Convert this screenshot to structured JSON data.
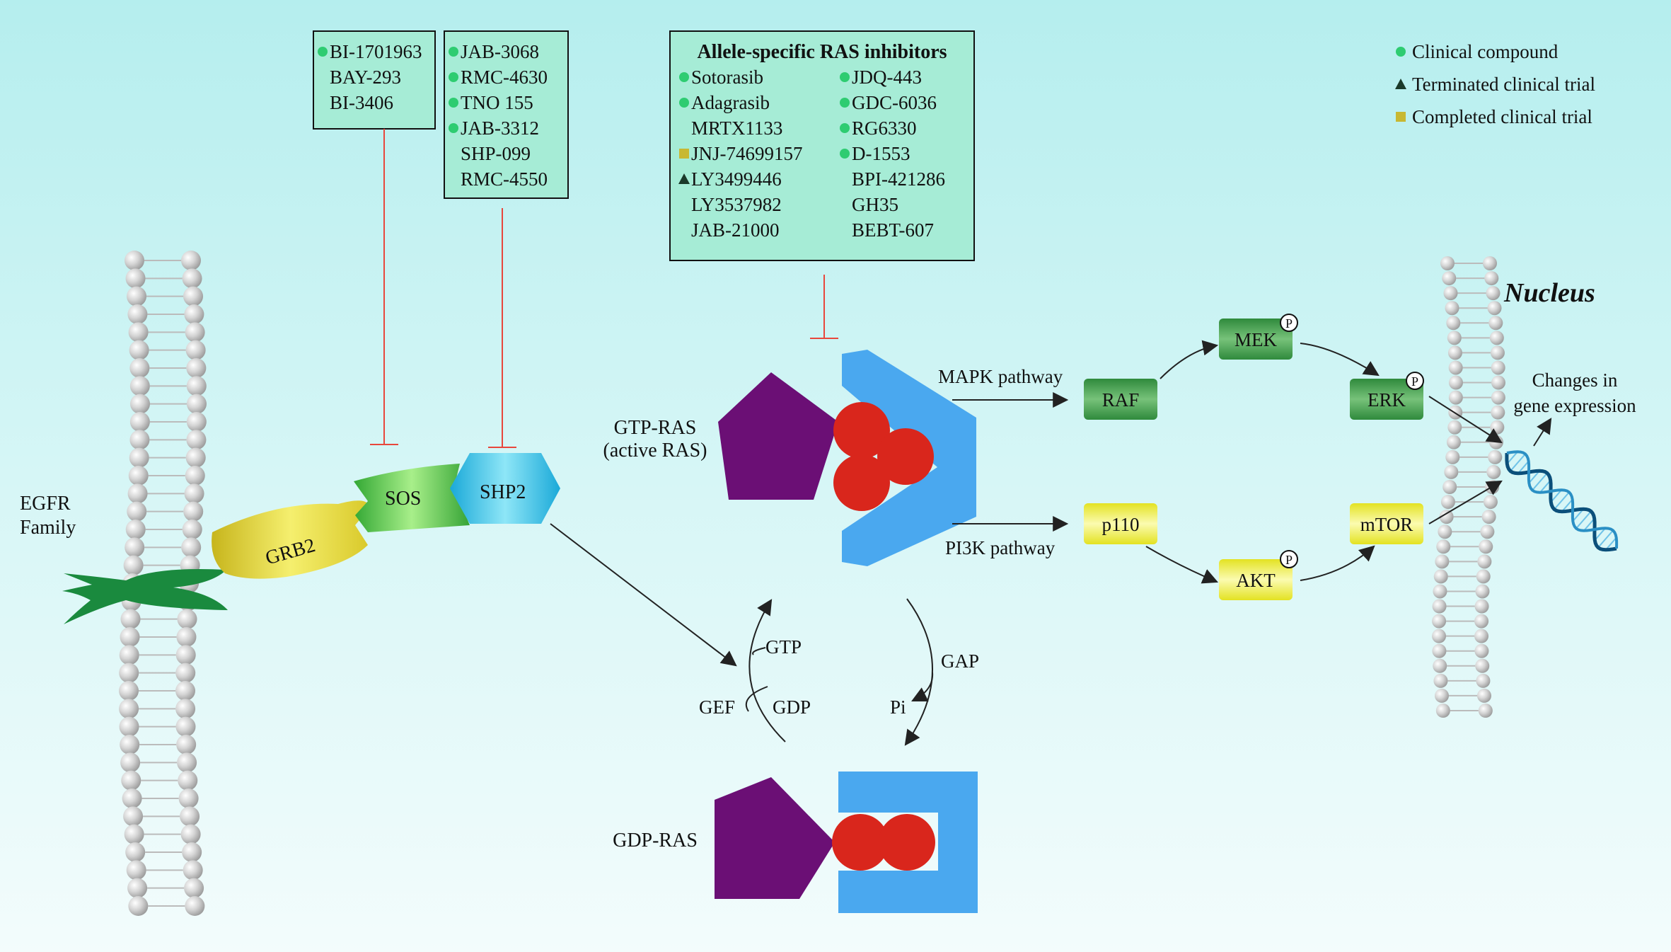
{
  "legend": {
    "items": [
      {
        "marker": "circle",
        "color": "#2ecc71",
        "label": "Clinical compound"
      },
      {
        "marker": "triangle",
        "color": "#1b3a2a",
        "label": "Terminated clinical trial"
      },
      {
        "marker": "square",
        "color": "#c8b832",
        "label": "Completed clinical trial"
      }
    ]
  },
  "sos_inhibitors": {
    "items": [
      {
        "name": "BI-1701963",
        "status": "clinical"
      },
      {
        "name": "BAY-293",
        "status": "none"
      },
      {
        "name": "BI-3406",
        "status": "none"
      }
    ]
  },
  "shp2_inhibitors": {
    "items": [
      {
        "name": "JAB-3068",
        "status": "clinical"
      },
      {
        "name": "RMC-4630",
        "status": "clinical"
      },
      {
        "name": "TNO 155",
        "status": "clinical"
      },
      {
        "name": "JAB-3312",
        "status": "clinical"
      },
      {
        "name": "SHP-099",
        "status": "none"
      },
      {
        "name": "RMC-4550",
        "status": "none"
      }
    ]
  },
  "ras_inhibitors": {
    "title": "Allele-specific RAS inhibitors",
    "left": [
      {
        "name": "Sotorasib",
        "status": "clinical"
      },
      {
        "name": "Adagrasib",
        "status": "clinical"
      },
      {
        "name": "MRTX1133",
        "status": "none"
      },
      {
        "name": "JNJ-74699157",
        "status": "completed"
      },
      {
        "name": "LY3499446",
        "status": "terminated"
      },
      {
        "name": "LY3537982",
        "status": "none"
      },
      {
        "name": "JAB-21000",
        "status": "none"
      }
    ],
    "right": [
      {
        "name": "JDQ-443",
        "status": "clinical"
      },
      {
        "name": "GDC-6036",
        "status": "clinical"
      },
      {
        "name": "RG6330",
        "status": "clinical"
      },
      {
        "name": "D-1553",
        "status": "clinical"
      },
      {
        "name": "BPI-421286",
        "status": "none"
      },
      {
        "name": "GH35",
        "status": "none"
      },
      {
        "name": "BEBT-607",
        "status": "none"
      }
    ]
  },
  "labels": {
    "egfr_line1": "EGFR",
    "egfr_line2": "Family",
    "grb2": "GRB2",
    "sos": "SOS",
    "shp2": "SHP2",
    "gtp_ras_line1": "GTP-RAS",
    "gtp_ras_line2": "(active RAS)",
    "gdp_ras": "GDP-RAS",
    "mapk_pathway": "MAPK pathway",
    "pi3k_pathway": "PI3K pathway",
    "gef": "GEF",
    "gtp": "GTP",
    "gdp": "GDP",
    "gap": "GAP",
    "pi": "Pi",
    "nucleus": "Nucleus",
    "changes_line1": "Changes in",
    "changes_line2": "gene expression",
    "phospho": "P"
  },
  "nodes": {
    "raf": "RAF",
    "mek": "MEK",
    "erk": "ERK",
    "p110": "p110",
    "akt": "AKT",
    "mtor": "mTOR"
  },
  "colors": {
    "box_fill": "#a6ecd6",
    "inhibit_line": "#e8473c",
    "ras_protein": "#6b0f75",
    "ras_binder": "#4aa8ef",
    "nucleotide": "#d9261c",
    "mapk_node": "#2f8a3c",
    "pi3k_node": "#e7e630",
    "membrane_bead": "#cccccc"
  }
}
